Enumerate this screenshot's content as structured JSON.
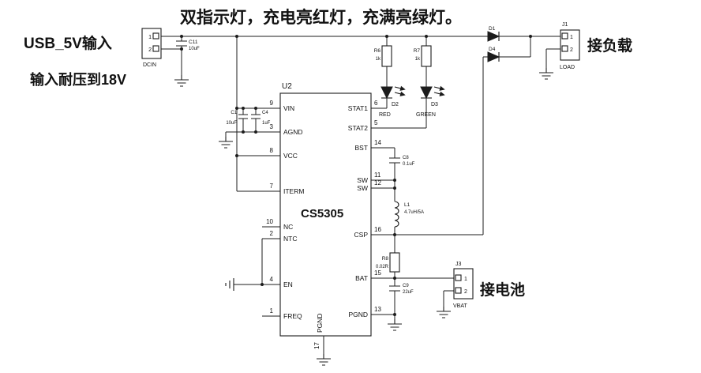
{
  "title": "双指示灯，充电亮红灯，充满亮绿灯。",
  "notes": {
    "input_label": "USB_5V输入",
    "voltage_note": "输入耐压到18V",
    "load_label": "接负载",
    "battery_label": "接电池"
  },
  "ic": {
    "ref": "U2",
    "part": "CS5305",
    "left_pins": [
      {
        "num": "9",
        "name": "VIN"
      },
      {
        "num": "3",
        "name": "AGND"
      },
      {
        "num": "8",
        "name": "VCC"
      },
      {
        "num": "7",
        "name": "ITERM"
      },
      {
        "num": "10",
        "name": "NC"
      },
      {
        "num": "2",
        "name": "NTC"
      },
      {
        "num": "4",
        "name": "EN"
      },
      {
        "num": "1",
        "name": "FREQ"
      }
    ],
    "right_pins": [
      {
        "num": "6",
        "name": "STAT1"
      },
      {
        "num": "5",
        "name": "STAT2"
      },
      {
        "num": "14",
        "name": "BST"
      },
      {
        "num": "11",
        "name": "SW"
      },
      {
        "num": "12",
        "name": "SW"
      },
      {
        "num": "16",
        "name": "CSP"
      },
      {
        "num": "15",
        "name": "BAT"
      },
      {
        "num": "13",
        "name": "PGND"
      }
    ],
    "bottom_pin": {
      "num": "17",
      "name": "PGND"
    }
  },
  "connectors": {
    "dcin": {
      "name": "DCIN",
      "pin1": "1",
      "pin2": "2"
    },
    "j1": {
      "ref": "J1",
      "name": "LOAD",
      "pin1": "1",
      "pin2": "2"
    },
    "j3": {
      "ref": "J3",
      "name": "VBAT",
      "pin1": "1",
      "pin2": "2"
    }
  },
  "components": {
    "c11": {
      "ref": "C11",
      "value": "10uF"
    },
    "c1": {
      "ref": "C1",
      "value": "10uF"
    },
    "c4": {
      "ref": "C4",
      "value": "1uF"
    },
    "c8": {
      "ref": "C8",
      "value": "0.1uF"
    },
    "c9": {
      "ref": "C9",
      "value": "22uF"
    },
    "r6": {
      "ref": "R6",
      "value": "1k"
    },
    "r7": {
      "ref": "R7",
      "value": "1k"
    },
    "r8": {
      "ref": "R8",
      "value": "0.02R"
    },
    "l1": {
      "ref": "L1",
      "value": "4.7uH/5A"
    },
    "d1": {
      "ref": "D1"
    },
    "d2": {
      "ref": "D2",
      "color": "RED"
    },
    "d3": {
      "ref": "D3",
      "color": "GREEN"
    },
    "d4": {
      "ref": "D4"
    }
  }
}
